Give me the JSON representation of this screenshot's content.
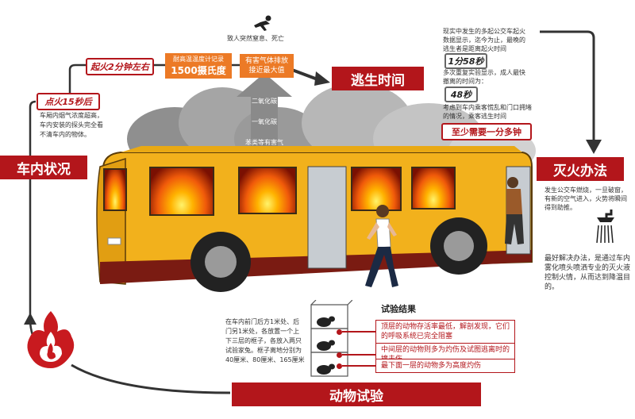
{
  "titles": {
    "interior": "车内状况",
    "escape_time": "逃生时间",
    "extinguish": "灭火办法",
    "animal_test": "动物试验"
  },
  "timeline": {
    "ignite_15s": "点火15秒后",
    "ignite_2min": "起火2分钟左右",
    "temp_label": "耐高温温度计记录",
    "temp_value": "1500摄氏度",
    "toxic_gas": "有害气体排放接近最大值",
    "deadly": "致人突然窒息、死亡",
    "smoke_note": "车厢内烟气浓度超高，车内安装的探头完全看不清车内的物体。"
  },
  "gases": [
    "二氧化碳",
    "一氧化碳",
    "苯类等有害气体"
  ],
  "escape": {
    "text1": "现实中发生的多起公交车起火数据显示，迄今为止，最晚的逃生者是距离起火时间",
    "time1": "1分58秒",
    "text2": "多次重复实验显示，成人最快撤离的时间为：",
    "time2": "48秒",
    "text3": "考虑到车内乘客慌乱和门口拥堵的情况，乘客逃生时间",
    "conclusion": "至少需要一分多钟"
  },
  "extinguish": {
    "text1": "发生公交车燃烧，一旦破窗，有新的空气进入，火势将瞬间得到助推。",
    "text2": "最好解决办法，是通过车内雾化喷头喷洒专业的灭火液控制火情，从而达到降温目的。"
  },
  "animal": {
    "setup": "在车内前门后方1米处、后门另1米处，各放置一个上下三层的框子，各放入两只试验家兔。框子离地分别为40厘米、80厘米、165厘米",
    "result_title": "试验结果",
    "results": [
      "顶层的动物存活率最低，解剖发现，它们的呼吸系统已完全阻塞",
      "中间层的动物则多为灼伤及试图逃离时的撞击伤",
      "最下面一层的动物多为高度灼伤"
    ]
  },
  "colors": {
    "accent_red": "#b3161b",
    "orange": "#ec7a26",
    "bus_yellow": "#f2b11c",
    "smoke_gray": "#8a8a8a"
  },
  "icons": [
    "fire-emblem-icon",
    "shower-head-icon",
    "falling-person-icon",
    "rabbit-icon"
  ]
}
